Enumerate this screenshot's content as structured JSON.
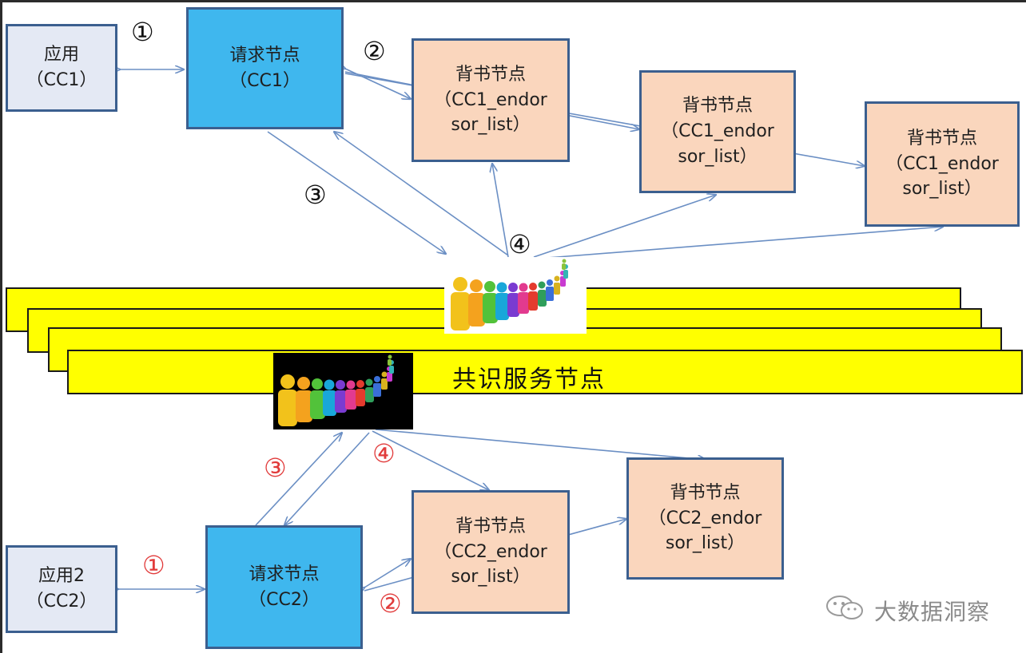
{
  "top": {
    "app": {
      "title": "应用",
      "sub": "（CC1）"
    },
    "request": {
      "title": "请求节点",
      "sub": "（CC1）"
    },
    "endorsers": [
      {
        "title": "背书节点",
        "line1": "（CC1_endor",
        "line2": "sor_list）"
      },
      {
        "title": "背书节点",
        "line1": "（CC1_endor",
        "line2": "sor_list）"
      },
      {
        "title": "背书节点",
        "line1": "（CC1_endor",
        "line2": "sor_list）"
      }
    ],
    "steps": {
      "s1": "①",
      "s2": "②",
      "s3": "③",
      "s4": "④"
    }
  },
  "consensus": {
    "label": "共识服务节点"
  },
  "bottom": {
    "app": {
      "title": "应用2",
      "sub": "（CC2）"
    },
    "request": {
      "title": "请求节点",
      "sub": "（CC2）"
    },
    "endorsers": [
      {
        "title": "背书节点",
        "line1": "（CC2_endor",
        "line2": "sor_list）"
      },
      {
        "title": "背书节点",
        "line1": "（CC2_endor",
        "line2": "sor_list）"
      }
    ],
    "steps": {
      "s1": "①",
      "s2": "②",
      "s3": "③",
      "s4": "④"
    }
  },
  "watermark": {
    "text": "大数据洞察",
    "icon": "wechat-icon"
  },
  "colors": {
    "app_fill": "#e4e9f4",
    "request_fill": "#3fb7ee",
    "endorser_fill": "#fad6bd",
    "box_border": "#3b5f8f",
    "consensus_band": "#ffff00",
    "arrow": "#6b8fc4",
    "bottom_step_number": "#e13b3b"
  }
}
